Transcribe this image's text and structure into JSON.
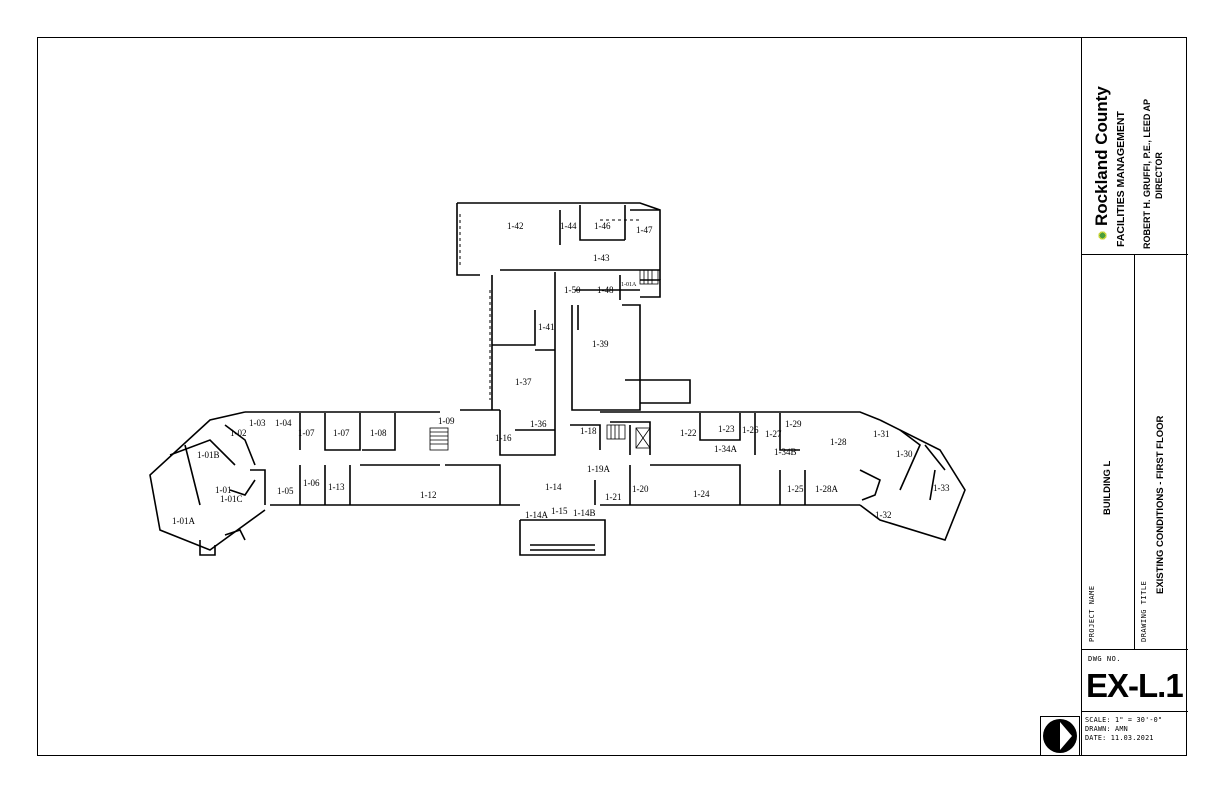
{
  "org": {
    "name": "Rockland County",
    "dept": "FACILITIES MANAGEMENT",
    "director_name": "ROBERT H. GRUFFI, P.E., LEED AP",
    "director_title": "DIRECTOR"
  },
  "project": {
    "label": "PROJECT NAME",
    "name": "BUILDING L"
  },
  "drawing": {
    "label": "DRAWING TITLE",
    "title": "EXISTING CONDITIONS - FIRST FLOOR"
  },
  "dwg": {
    "label": "DWG NO.",
    "number": "EX-L.1"
  },
  "meta": {
    "scale": "SCALE: 1\" = 30'-0\"",
    "drawn": "DRAWN: AMN",
    "date": "DATE:   11.03.2021"
  },
  "rooms": [
    "1-42",
    "1-44",
    "1-46",
    "1-47",
    "1-43",
    "1-01A",
    "1-50",
    "1-48",
    "1-41",
    "1-39",
    "1-37",
    "1-36",
    "1-09",
    "1-16",
    "1-18",
    "1-22",
    "1-23",
    "1-26",
    "1-27",
    "1-29",
    "1-28",
    "1-31",
    "1-30",
    "1-34A",
    "1-34B",
    "1-02",
    "1-03",
    "1-04",
    "1-07",
    "1-07",
    "1-08",
    "1-01B",
    "1-01",
    "1-01C",
    "1-05",
    "1-06",
    "1-13",
    "1-12",
    "1-14",
    "1-19A",
    "1-20",
    "1-21",
    "1-24",
    "1-25",
    "1-28A",
    "1-33",
    "1-32",
    "1-14A",
    "1-15",
    "1-14B",
    "1-01A"
  ],
  "colors": {
    "line": "#000000",
    "logo_green": "#4a9e3a"
  }
}
